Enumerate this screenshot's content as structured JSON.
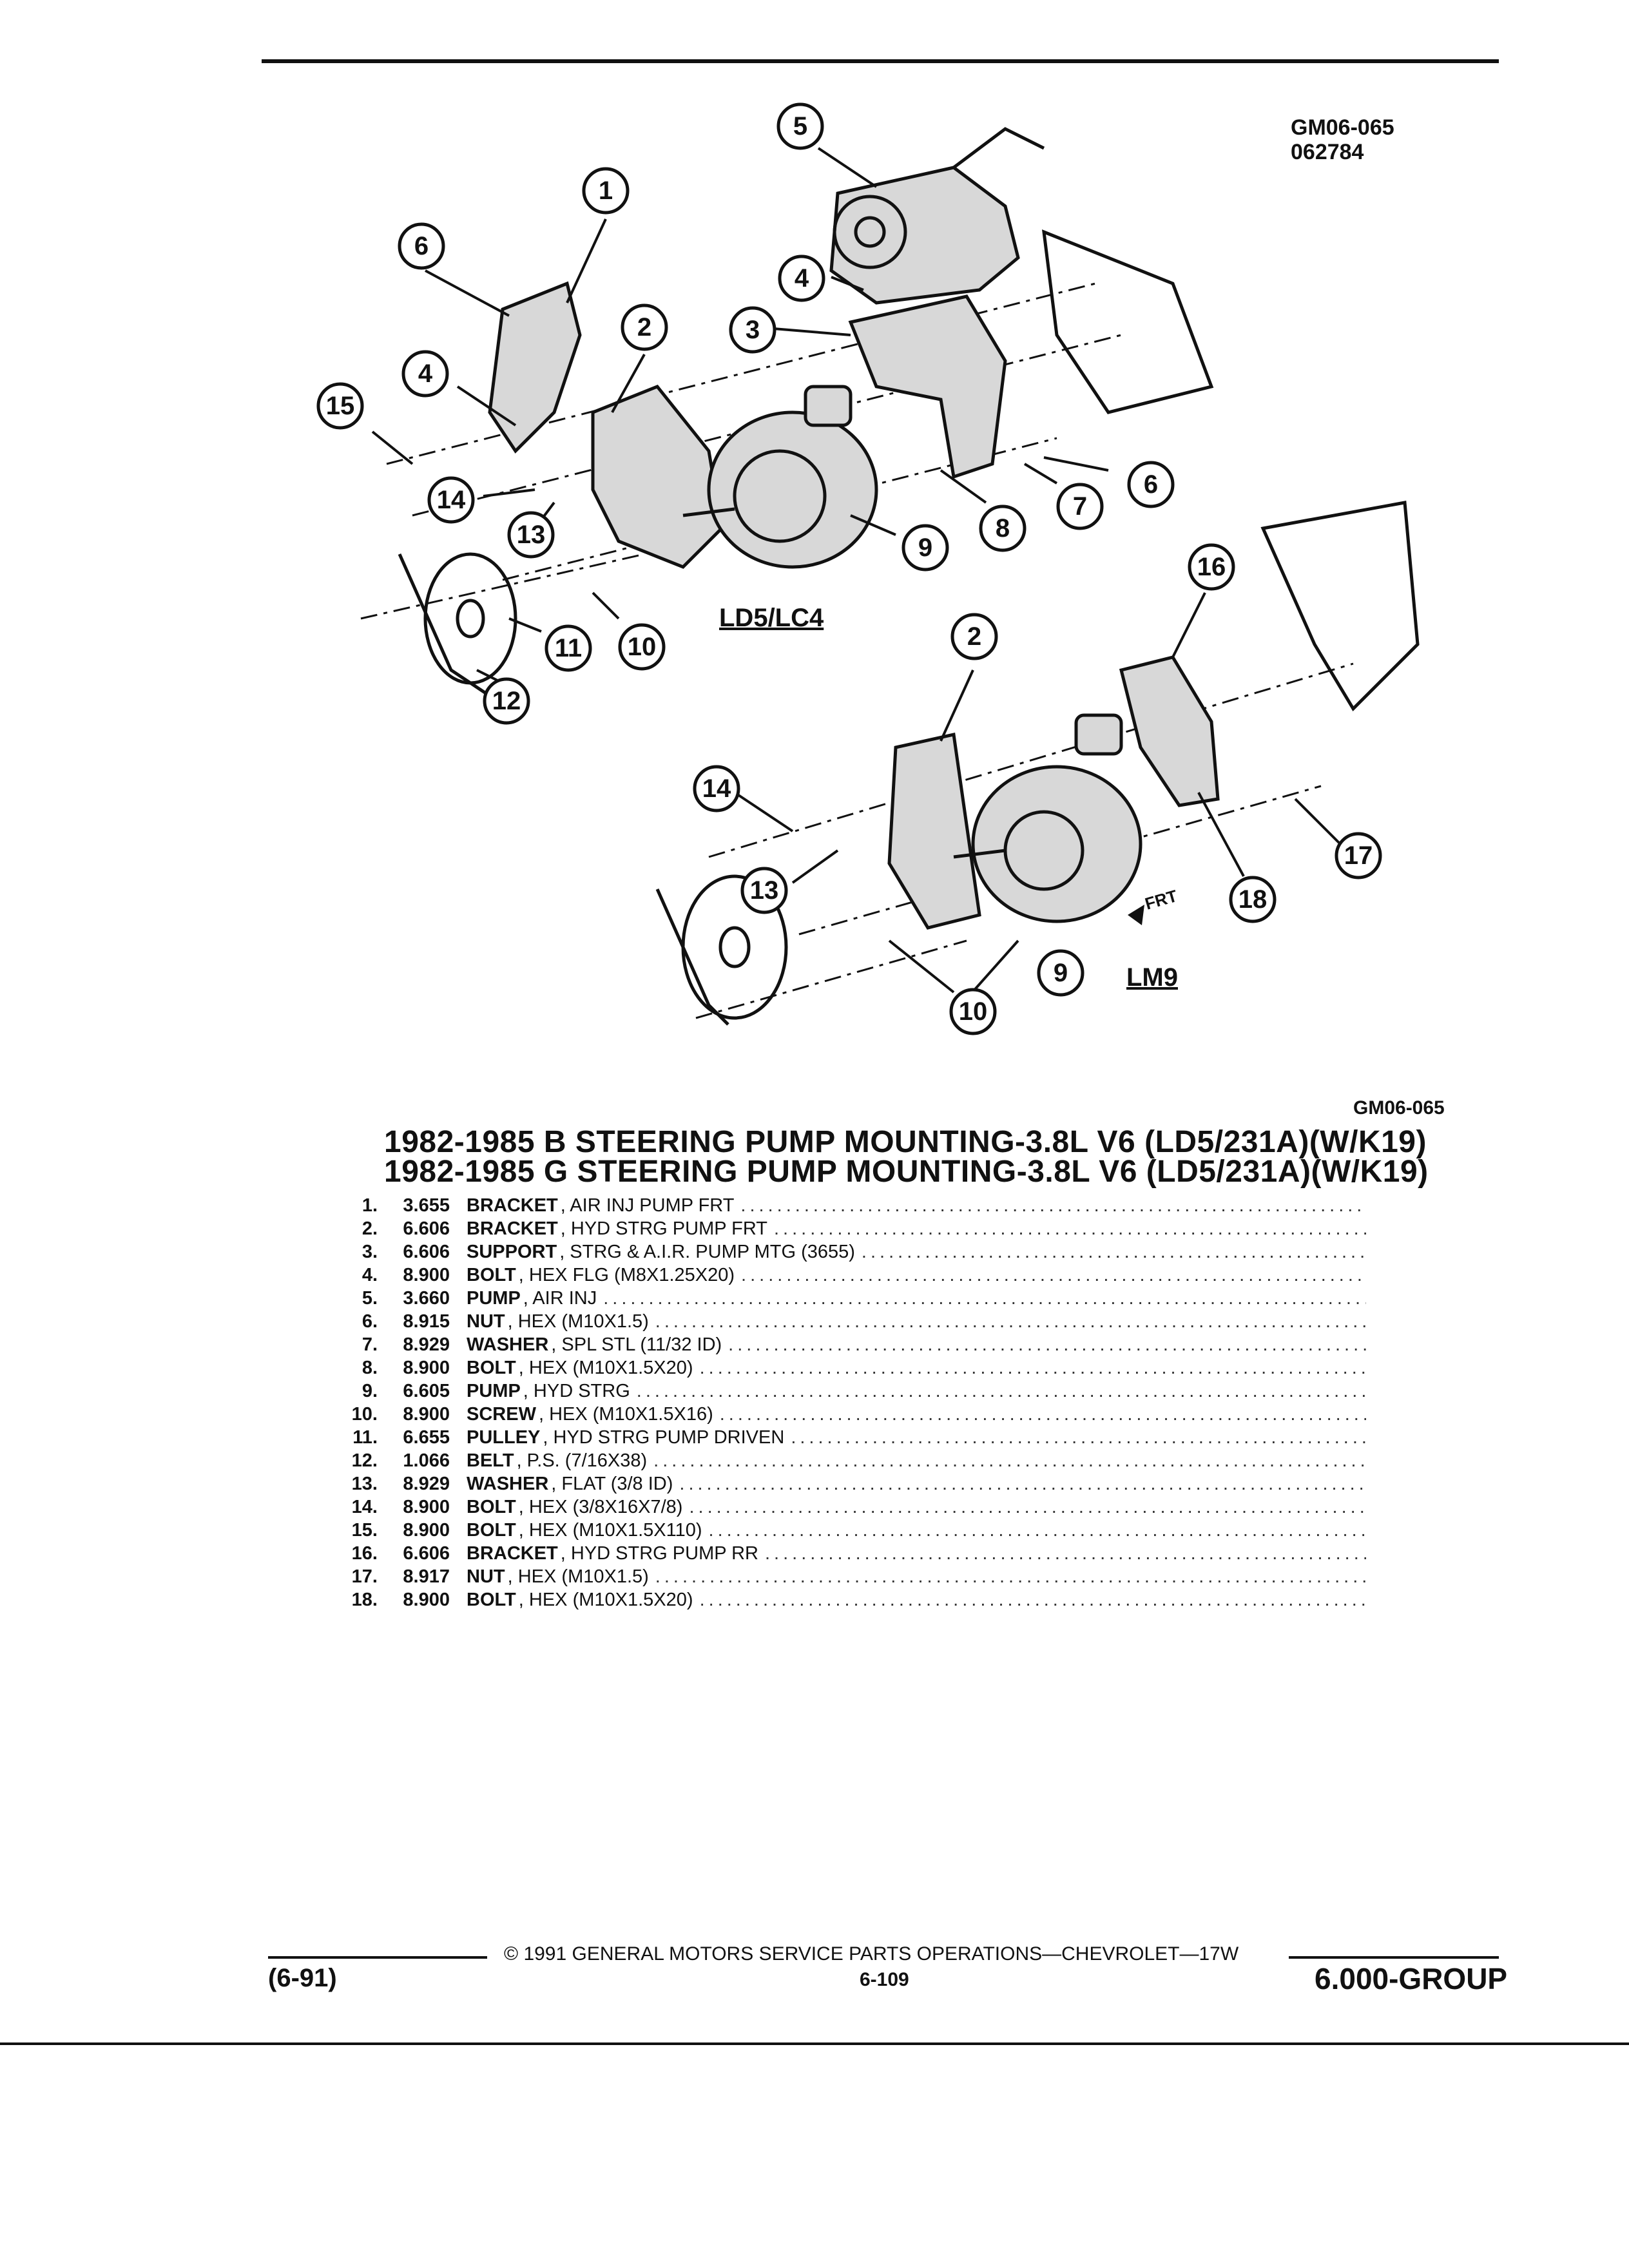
{
  "header": {
    "code1": "GM06-065",
    "code2": "062784"
  },
  "diagram": {
    "view_top_label": "LD5/LC4",
    "view_bottom_label": "LM9",
    "frt_label": "FRT",
    "code": "GM06-065"
  },
  "titles": [
    "1982-1985 B STEERING PUMP MOUNTING-3.8L V6 (LD5/231A)(W/K19)",
    "1982-1985 G STEERING PUMP MOUNTING-3.8L V6 (LD5/231A)(W/K19)"
  ],
  "parts": [
    {
      "num": "1.",
      "group": "3.655",
      "noun": "BRACKET",
      "desc": ", AIR INJ PUMP FRT"
    },
    {
      "num": "2.",
      "group": "6.606",
      "noun": "BRACKET",
      "desc": ", HYD STRG PUMP FRT"
    },
    {
      "num": "3.",
      "group": "6.606",
      "noun": "SUPPORT",
      "desc": ", STRG & A.I.R. PUMP MTG (3655)"
    },
    {
      "num": "4.",
      "group": "8.900",
      "noun": "BOLT",
      "desc": ", HEX FLG (M8X1.25X20)"
    },
    {
      "num": "5.",
      "group": "3.660",
      "noun": "PUMP",
      "desc": ", AIR INJ"
    },
    {
      "num": "6.",
      "group": "8.915",
      "noun": "NUT",
      "desc": ", HEX (M10X1.5)"
    },
    {
      "num": "7.",
      "group": "8.929",
      "noun": "WASHER",
      "desc": ", SPL STL (11/32 ID)"
    },
    {
      "num": "8.",
      "group": "8.900",
      "noun": "BOLT",
      "desc": ", HEX (M10X1.5X20)"
    },
    {
      "num": "9.",
      "group": "6.605",
      "noun": "PUMP",
      "desc": ", HYD STRG"
    },
    {
      "num": "10.",
      "group": "8.900",
      "noun": "SCREW",
      "desc": ", HEX (M10X1.5X16)"
    },
    {
      "num": "11.",
      "group": "6.655",
      "noun": "PULLEY",
      "desc": ", HYD STRG PUMP DRIVEN"
    },
    {
      "num": "12.",
      "group": "1.066",
      "noun": "BELT",
      "desc": ", P.S. (7/16X38)"
    },
    {
      "num": "13.",
      "group": "8.929",
      "noun": "WASHER",
      "desc": ", FLAT (3/8 ID)"
    },
    {
      "num": "14.",
      "group": "8.900",
      "noun": "BOLT",
      "desc": ", HEX (3/8X16X7/8)"
    },
    {
      "num": "15.",
      "group": "8.900",
      "noun": "BOLT",
      "desc": ", HEX (M10X1.5X110)"
    },
    {
      "num": "16.",
      "group": "6.606",
      "noun": "BRACKET",
      "desc": ", HYD STRG PUMP RR"
    },
    {
      "num": "17.",
      "group": "8.917",
      "noun": "NUT",
      "desc": ", HEX (M10X1.5)"
    },
    {
      "num": "18.",
      "group": "8.900",
      "noun": "BOLT",
      "desc": ", HEX (M10X1.5X20)"
    }
  ],
  "leader_dots": "..................................................................................................",
  "footer": {
    "copyright": "© 1991 GENERAL MOTORS SERVICE PARTS OPERATIONS—CHEVROLET—17W",
    "date_code": "(6-91)",
    "page": "6-109",
    "group": "6.000-GROUP"
  },
  "callouts": [
    {
      "id": "5",
      "label": "5"
    },
    {
      "id": "1",
      "label": "1"
    },
    {
      "id": "6a",
      "label": "6"
    },
    {
      "id": "4a",
      "label": "4"
    },
    {
      "id": "3",
      "label": "3"
    },
    {
      "id": "2a",
      "label": "2"
    },
    {
      "id": "4b",
      "label": "4"
    },
    {
      "id": "15",
      "label": "15"
    },
    {
      "id": "14a",
      "label": "14"
    },
    {
      "id": "13a",
      "label": "13"
    },
    {
      "id": "9a",
      "label": "9"
    },
    {
      "id": "8",
      "label": "8"
    },
    {
      "id": "7",
      "label": "7"
    },
    {
      "id": "6b",
      "label": "6"
    },
    {
      "id": "11",
      "label": "11"
    },
    {
      "id": "10a",
      "label": "10"
    },
    {
      "id": "12",
      "label": "12"
    },
    {
      "id": "16",
      "label": "16"
    },
    {
      "id": "2b",
      "label": "2"
    },
    {
      "id": "14b",
      "label": "14"
    },
    {
      "id": "13b",
      "label": "13"
    },
    {
      "id": "17",
      "label": "17"
    },
    {
      "id": "18",
      "label": "18"
    },
    {
      "id": "9b",
      "label": "9"
    },
    {
      "id": "10b",
      "label": "10"
    }
  ]
}
